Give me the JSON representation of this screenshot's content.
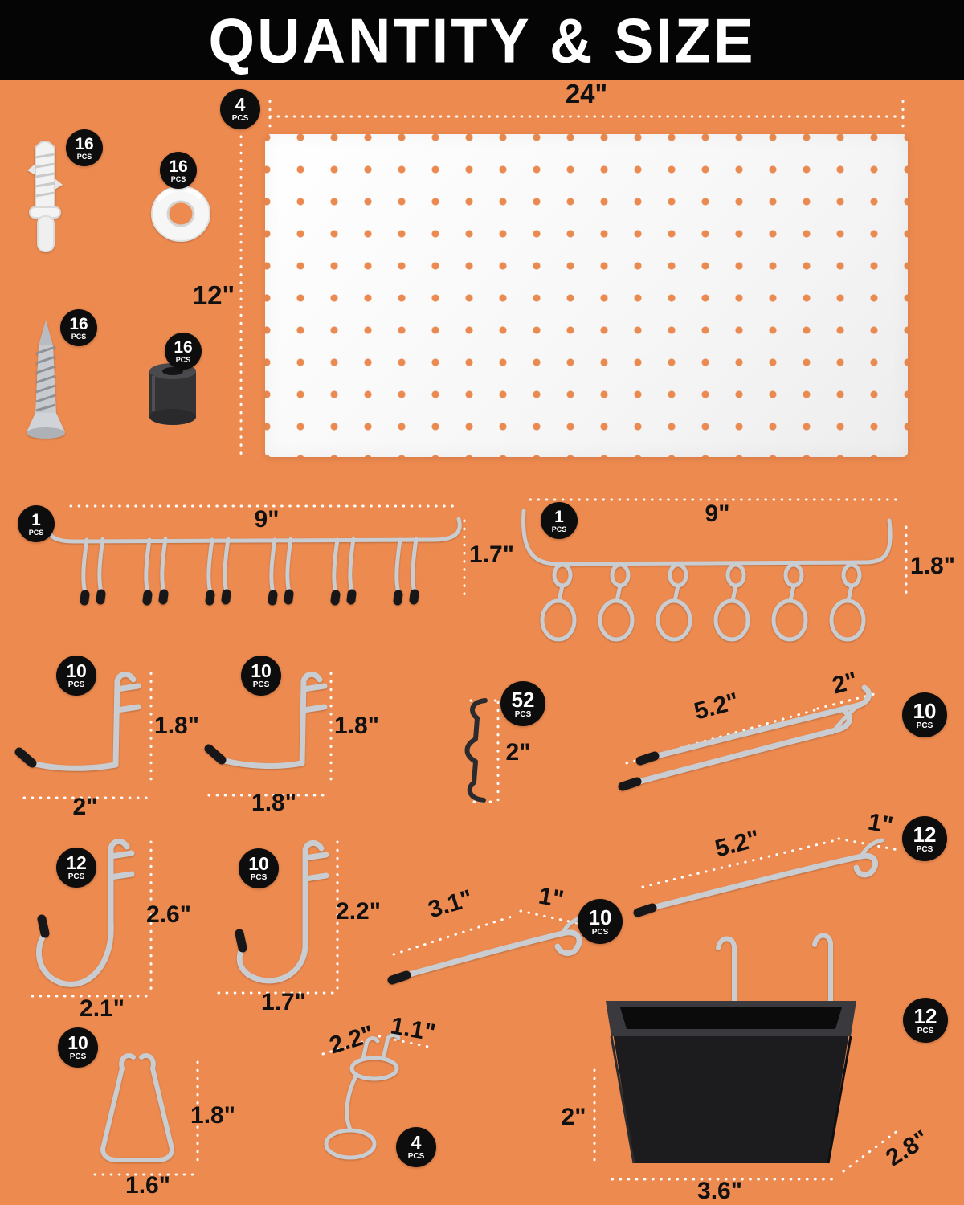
{
  "title": "QUANTITY & SIZE",
  "colors": {
    "background": "#ED8A4F",
    "banner": "#050505",
    "badge": "#0D0D0D",
    "board_dot": "#EA8A50",
    "label": "#111111"
  },
  "pegboard": {
    "qty": "4",
    "unit": "PCS",
    "width": "24\"",
    "height": "12\""
  },
  "hardware": {
    "anchor": {
      "qty": "16",
      "unit": "PCS"
    },
    "tape_ring": {
      "qty": "16",
      "unit": "PCS"
    },
    "screw": {
      "qty": "16",
      "unit": "PCS"
    },
    "spacer": {
      "qty": "16",
      "unit": "PCS"
    }
  },
  "rails": {
    "j_rail": {
      "qty": "1",
      "unit": "PCS",
      "width": "9\"",
      "height": "1.7\""
    },
    "ring_rail": {
      "qty": "1",
      "unit": "PCS",
      "width": "9\"",
      "height": "1.8\""
    }
  },
  "hooks": {
    "l_hook_a": {
      "qty": "10",
      "unit": "PCS",
      "height": "1.8\"",
      "width": "2\""
    },
    "l_hook_b": {
      "qty": "10",
      "unit": "PCS",
      "height": "1.8\"",
      "width": "1.8\""
    },
    "peg_clip": {
      "qty": "52",
      "unit": "PCS",
      "height": "2\""
    },
    "long_hook_a": {
      "qty": "10",
      "unit": "PCS",
      "length": "5.2\"",
      "end": "2\""
    },
    "j_hook": {
      "qty": "12",
      "unit": "PCS",
      "height": "2.6\"",
      "width": "2.1\""
    },
    "curve_hook": {
      "qty": "10",
      "unit": "PCS",
      "height": "2.2\"",
      "width": "1.7\""
    },
    "short_hook": {
      "qty": "10",
      "unit": "PCS",
      "length": "3.1\"",
      "end": "1\""
    },
    "long_hook_b": {
      "qty": "12",
      "unit": "PCS",
      "length": "5.2\"",
      "end": "1\""
    },
    "bracket_hook": {
      "qty": "10",
      "unit": "PCS",
      "height": "1.8\"",
      "width": "1.6\""
    },
    "ring_holder": {
      "qty": "4",
      "unit": "PCS",
      "width": "2.2\"",
      "end": "1.1\""
    }
  },
  "bin": {
    "qty": "12",
    "unit": "PCS",
    "height": "2\"",
    "width": "3.6\"",
    "depth": "2.8\""
  }
}
